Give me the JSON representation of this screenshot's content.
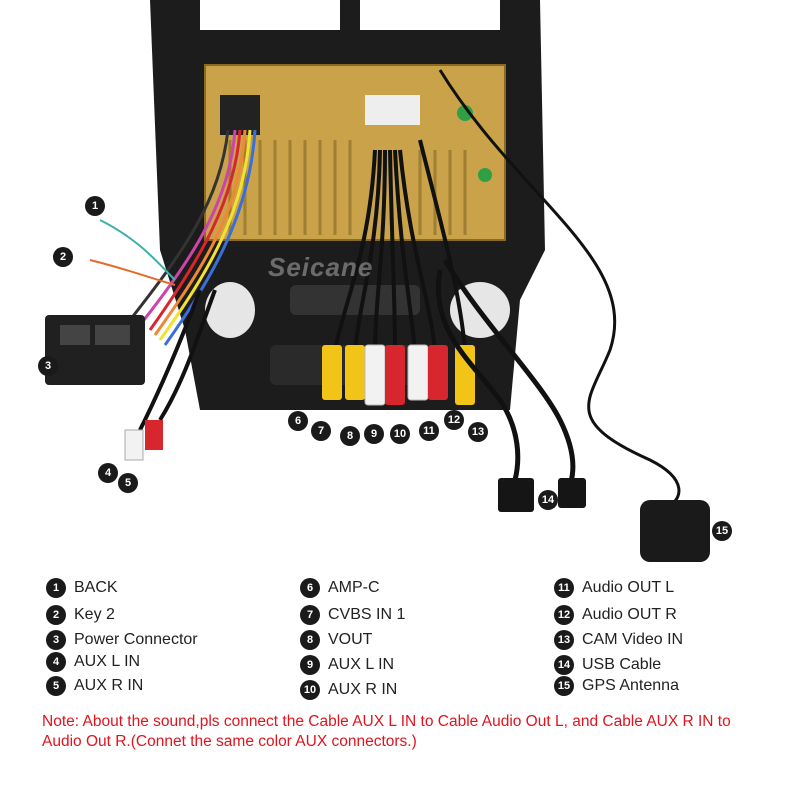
{
  "watermark": "Seicane",
  "callouts": [
    {
      "num": "1",
      "label": "BACK"
    },
    {
      "num": "2",
      "label": "Key 2"
    },
    {
      "num": "3",
      "label": "Power Connector"
    },
    {
      "num": "4",
      "label": "AUX L IN"
    },
    {
      "num": "5",
      "label": "AUX R IN"
    },
    {
      "num": "6",
      "label": "AMP-C"
    },
    {
      "num": "7",
      "label": "CVBS IN 1"
    },
    {
      "num": "8",
      "label": "VOUT"
    },
    {
      "num": "9",
      "label": "AUX L IN"
    },
    {
      "num": "10",
      "label": "AUX R IN"
    },
    {
      "num": "11",
      "label": "Audio OUT L"
    },
    {
      "num": "12",
      "label": "Audio OUT R"
    },
    {
      "num": "13",
      "label": "CAM Video IN"
    },
    {
      "num": "14",
      "label": "USB Cable"
    },
    {
      "num": "15",
      "label": "GPS Antenna"
    }
  ],
  "note": "Note: About the sound,pls connect the Cable AUX L IN to Cable Audio Out L, and Cable AUX R IN to  Audio Out R.(Connet the same color AUX connectors.)",
  "colors": {
    "note": "#e0141e",
    "frame": "#1c1c1c",
    "unit": "#c9a24a",
    "rca_red": "#d8262e",
    "rca_yellow": "#f2c418",
    "rca_white": "#f2f2f2"
  }
}
